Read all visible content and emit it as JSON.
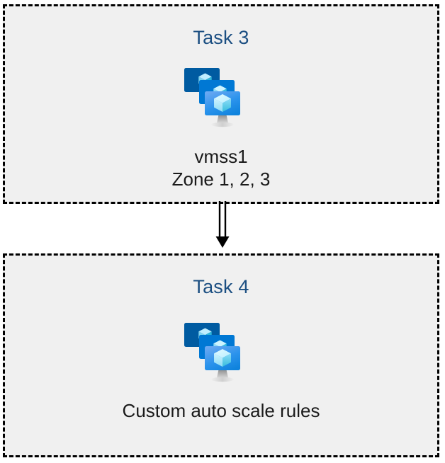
{
  "diagram": {
    "type": "flow",
    "background_color": "#ffffff",
    "box_fill_color": "#f0f0f0",
    "box_border_color": "#000000",
    "box_border_style": "dashed",
    "title_color": "#1c4f82",
    "caption_color": "#1a1a1a",
    "connector_color": "#000000",
    "nodes": [
      {
        "id": "task3",
        "title": "Task 3",
        "icon": "azure-vm-scale-set-icon",
        "caption_lines": [
          "vmss1",
          "Zone 1, 2, 3"
        ]
      },
      {
        "id": "task4",
        "title": "Task 4",
        "icon": "azure-vm-scale-set-icon",
        "caption_lines": [
          "Custom auto scale rules"
        ]
      }
    ],
    "connector": {
      "from": "task3",
      "to": "task4",
      "style": "double-line-arrow",
      "direction": "down"
    }
  },
  "icon_colors": {
    "monitor_back": "#005ba1",
    "monitor_mid": "#0078d4",
    "monitor_front_top": "#5ea0ef",
    "monitor_front_bottom": "#0f8ce8",
    "cube_light": "#c3f1ff",
    "cube_mid": "#9cebff",
    "cube_dark": "#32bedd",
    "stand_top": "#9a9a9a",
    "stand_bottom": "#e6e6e6"
  }
}
